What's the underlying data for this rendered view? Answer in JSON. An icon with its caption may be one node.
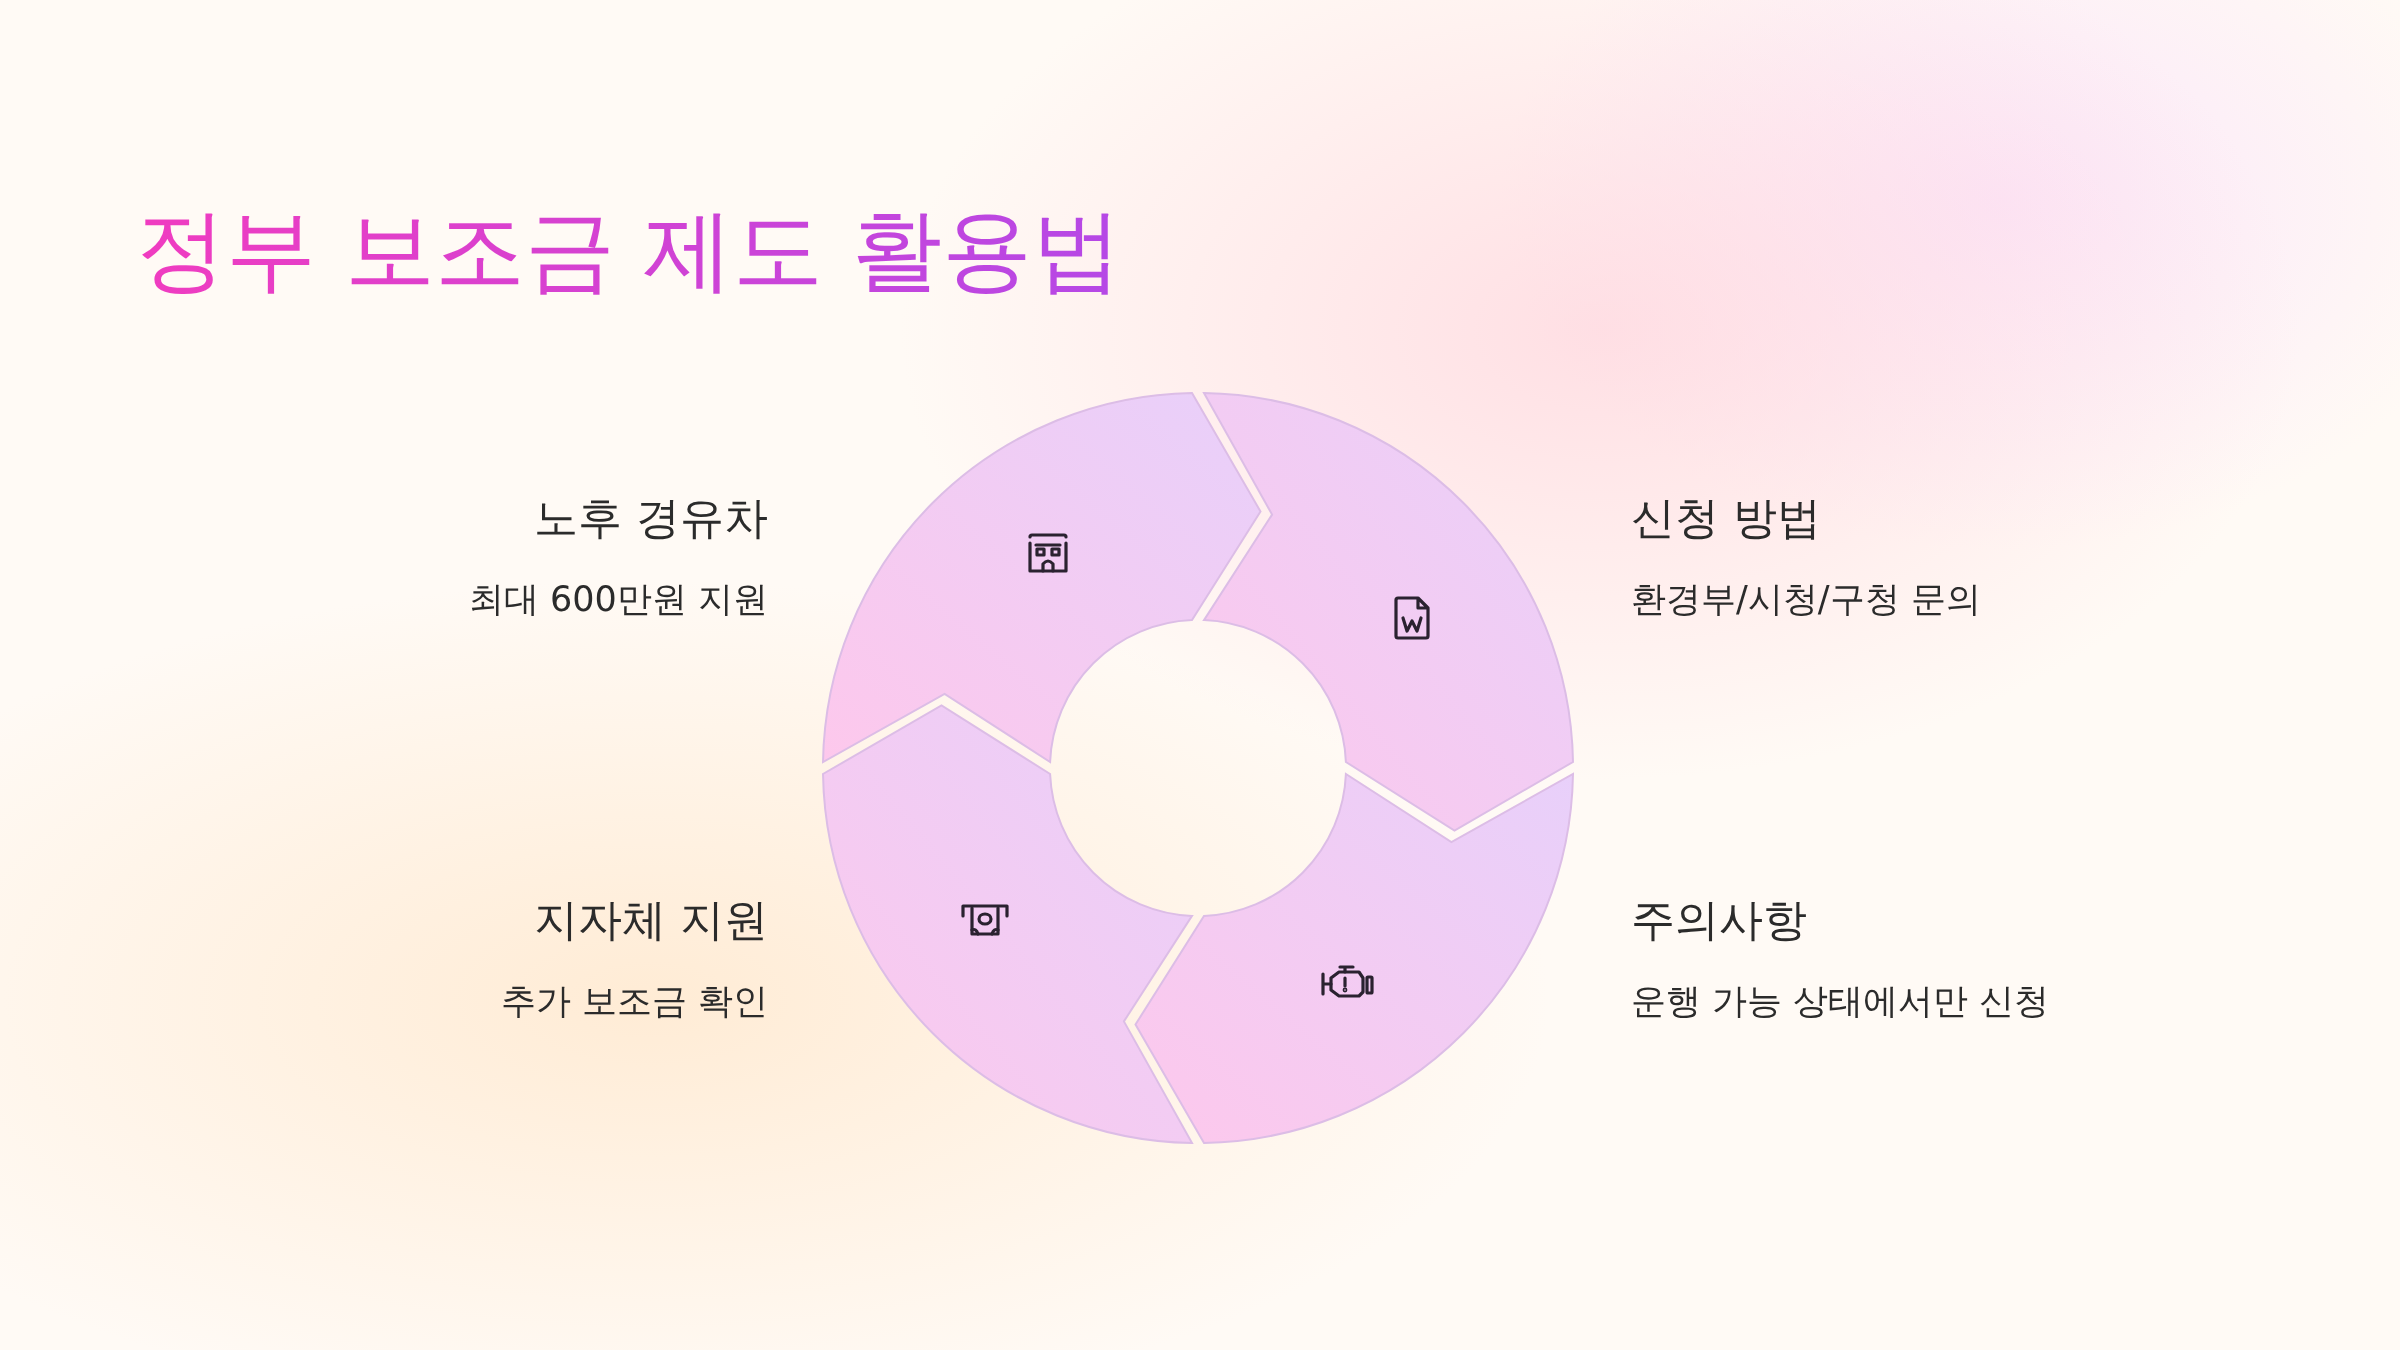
{
  "diagram": {
    "title": "정부 보조금 제도 활용법",
    "nodes": [
      {
        "text": [
          "노후 경유차",
          "최대 600만원 지원"
        ]
      },
      {
        "text": [
          "신청 방법",
          "환경부/시청/구청 문의"
        ]
      },
      {
        "text": [
          "지자체 지원",
          "추가 보조금 확인"
        ]
      },
      {
        "text": [
          "주의사항",
          "운행 가능 상태에서만 신청"
        ]
      }
    ]
  }
}
